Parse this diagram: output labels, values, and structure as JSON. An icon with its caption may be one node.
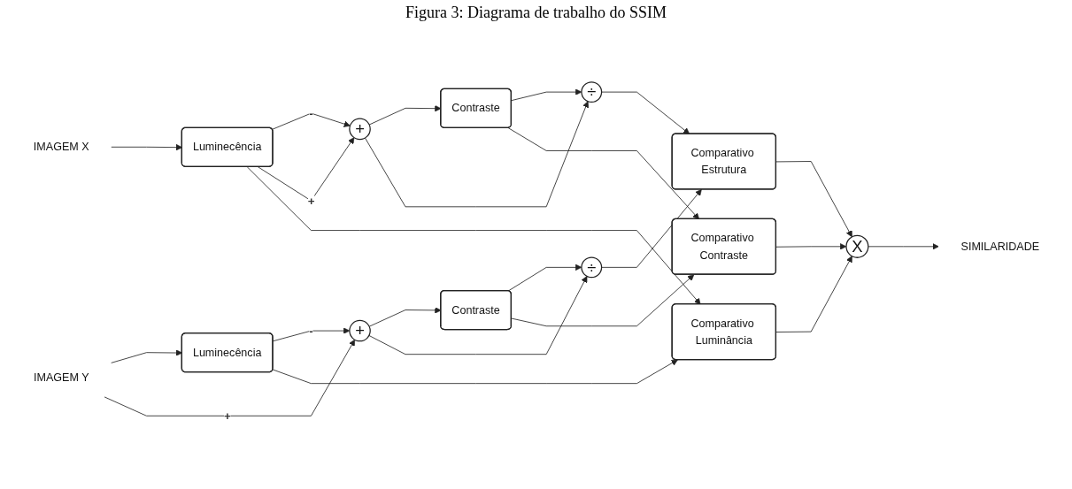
{
  "diagram": {
    "title": "Figura 3: Diagrama de trabalho do SSIM",
    "nodes": [
      {
        "text": [
          "IMAGEM X"
        ]
      },
      {
        "text": [
          "Luminecência"
        ]
      },
      {
        "text": [
          "+"
        ]
      },
      {
        "text": [
          "Contraste"
        ]
      },
      {
        "text": [
          "÷"
        ]
      },
      {
        "text": [
          "Comparativo Luminância"
        ]
      },
      {
        "text": [
          "Comparativo Contraste"
        ]
      },
      {
        "text": [
          "X"
        ]
      },
      {
        "text": [
          "SIMILARIDADE"
        ]
      },
      {
        "text": [
          "IMAGEM Y"
        ]
      },
      {
        "text": [
          "Luminecência"
        ]
      },
      {
        "text": [
          "Comparativo Estrutura"
        ]
      },
      {
        "text": [
          "+"
        ]
      },
      {
        "text": [
          "Contraste"
        ]
      },
      {
        "text": [
          "÷"
        ]
      }
    ],
    "edges": [
      {
        "from": 0,
        "to": 1,
        "arrow": "to"
      },
      {
        "from": 1,
        "to": 2,
        "arrow": "to",
        "label": "-"
      },
      {
        "from": 1,
        "to": 2,
        "arrow": "to",
        "label": "+"
      },
      {
        "from": 1,
        "to": 5,
        "arrow": "to"
      },
      {
        "from": 2,
        "to": 3,
        "arrow": "to"
      },
      {
        "from": 2,
        "to": 4,
        "arrow": "to"
      },
      {
        "from": 3,
        "to": 4,
        "arrow": "to"
      },
      {
        "from": 3,
        "to": 6,
        "arrow": "to"
      },
      {
        "from": 4,
        "to": 11,
        "arrow": "to"
      },
      {
        "from": 9,
        "to": 10,
        "arrow": "to"
      },
      {
        "from": 9,
        "to": 12,
        "arrow": "to",
        "label": "+"
      },
      {
        "from": 10,
        "to": 12,
        "arrow": "to",
        "label": "-"
      },
      {
        "from": 10,
        "to": 5,
        "arrow": "to"
      },
      {
        "from": 12,
        "to": 13,
        "arrow": "to"
      },
      {
        "from": 12,
        "to": 14,
        "arrow": "to"
      },
      {
        "from": 13,
        "to": 14,
        "arrow": "to"
      },
      {
        "from": 13,
        "to": 6,
        "arrow": "to"
      },
      {
        "from": 14,
        "to": 11,
        "arrow": "to"
      },
      {
        "from": 5,
        "to": 7,
        "arrow": "to"
      },
      {
        "from": 6,
        "to": 7,
        "arrow": "to"
      },
      {
        "from": 11,
        "to": 7,
        "arrow": "to"
      },
      {
        "from": 7,
        "to": 8,
        "arrow": "to"
      }
    ]
  }
}
